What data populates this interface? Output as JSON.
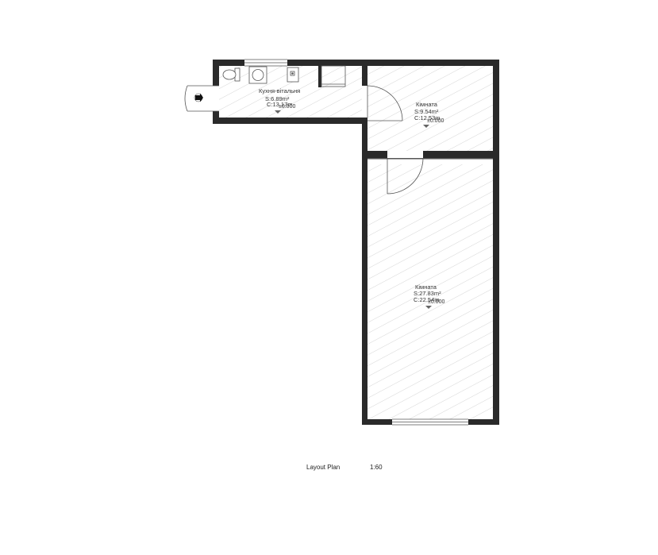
{
  "rooms": {
    "kitchen": {
      "name": "Кухня-вітальня",
      "area": "S:6.89m²",
      "perimeter": "C:13.17m",
      "elevation": "±0.000"
    },
    "room1": {
      "name": "Кімната",
      "area": "S:9.54m²",
      "perimeter": "C:12.53m",
      "elevation": "±0.000"
    },
    "room2": {
      "name": "Кімната",
      "area": "S:27.83m²",
      "perimeter": "C:22.54m",
      "elevation": "±0.000"
    }
  },
  "caption": {
    "title": "Layout Plan",
    "scale": "1:60"
  },
  "colors": {
    "wall": "#2a2a2a",
    "hatch": "#d8d8d8",
    "line": "#555555"
  },
  "icons": {
    "entrance": "entrance-arrow-icon",
    "elevation": "elevation-marker-icon"
  }
}
